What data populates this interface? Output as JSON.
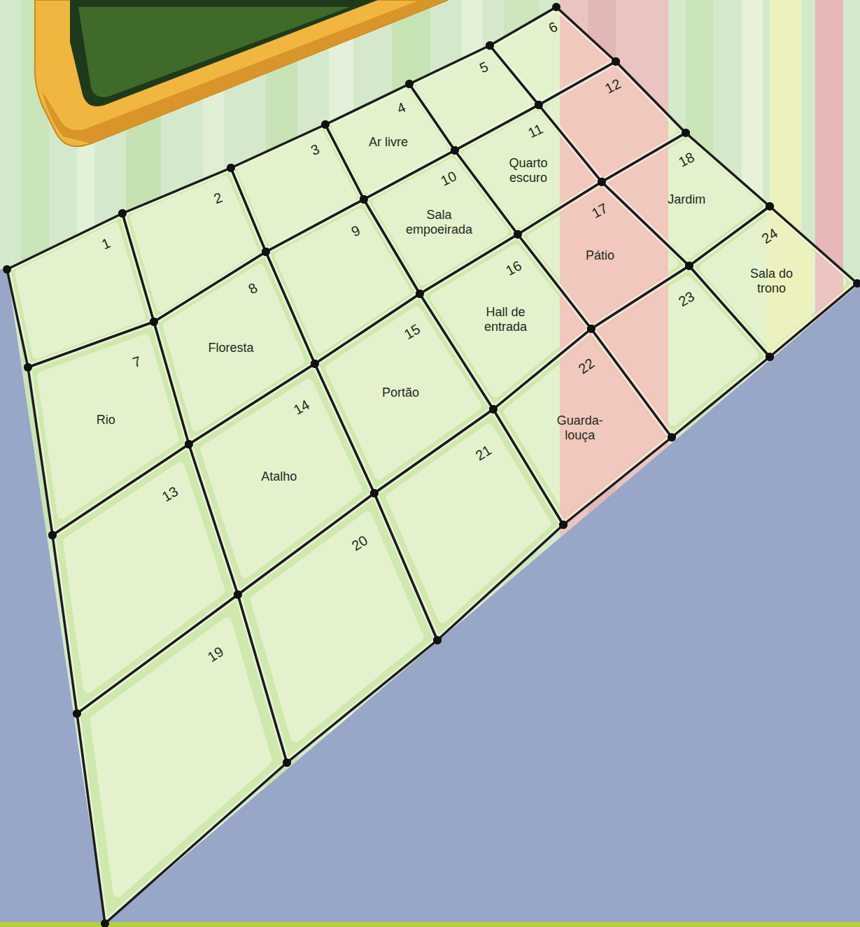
{
  "diagram": {
    "nodes": [
      {
        "text": [
          "1"
        ]
      },
      {
        "text": [
          "2"
        ]
      },
      {
        "text": [
          "3"
        ]
      },
      {
        "text": [
          "4",
          "Ar livre"
        ]
      },
      {
        "text": [
          "5"
        ]
      },
      {
        "text": [
          "6"
        ]
      },
      {
        "text": [
          "7",
          "Rio"
        ]
      },
      {
        "text": [
          "8",
          "Floresta"
        ]
      },
      {
        "text": [
          "9"
        ]
      },
      {
        "text": [
          "10",
          "Sala empoeirada"
        ]
      },
      {
        "text": [
          "11",
          "Quarto escuro"
        ]
      },
      {
        "text": [
          "12"
        ]
      },
      {
        "text": [
          "13"
        ]
      },
      {
        "text": [
          "14",
          "Atalho"
        ]
      },
      {
        "text": [
          "15",
          "Portão"
        ]
      },
      {
        "text": [
          "16",
          "Hall de entrada"
        ]
      },
      {
        "text": [
          "17",
          "Pátio"
        ]
      },
      {
        "text": [
          "18",
          "Jardim"
        ]
      },
      {
        "text": [
          "19"
        ]
      },
      {
        "text": [
          "20"
        ]
      },
      {
        "text": [
          "21"
        ]
      },
      {
        "text": [
          "22",
          "Guarda-louça"
        ]
      },
      {
        "text": [
          "23"
        ]
      },
      {
        "text": [
          "24",
          "Sala do trono"
        ]
      }
    ]
  }
}
